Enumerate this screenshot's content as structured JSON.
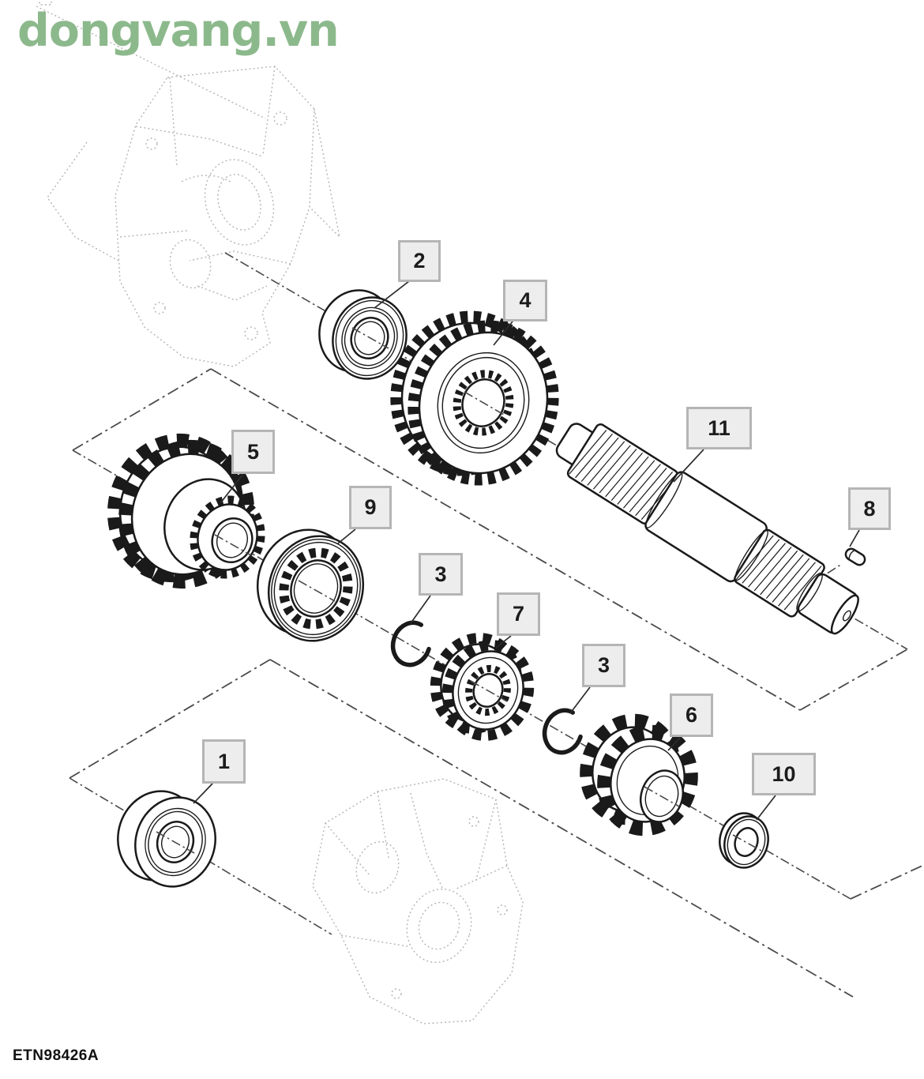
{
  "watermark": {
    "text": "dongvang.vn",
    "color": "#8CB98C"
  },
  "figure_code": "ETN98426A",
  "callouts": [
    {
      "number": "1"
    },
    {
      "number": "2"
    },
    {
      "number": "3"
    },
    {
      "number": "3"
    },
    {
      "number": "4"
    },
    {
      "number": "5"
    },
    {
      "number": "6"
    },
    {
      "number": "7"
    },
    {
      "number": "8"
    },
    {
      "number": "9"
    },
    {
      "number": "10"
    },
    {
      "number": "11"
    }
  ],
  "colors": {
    "watermark_green": "#8CB98C",
    "callout_fill": "#EDEDED",
    "callout_border": "#B5B5B5",
    "line_art": "#1A1A1A",
    "phantom_line": "#4A4A4A",
    "ghost_outline": "#B4B4B4"
  }
}
